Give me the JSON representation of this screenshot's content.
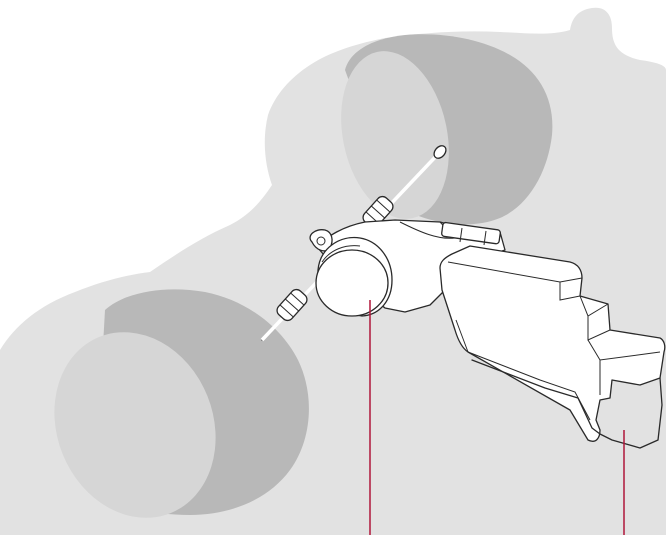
{
  "diagram": {
    "colors": {
      "silhouette": "#e2e2e2",
      "wheel_side": "#b8b8b8",
      "wheel_face": "#d6d6d6",
      "part_fill": "#ffffff",
      "part_stroke": "#2a2a2a",
      "callout_line": "#b0163a"
    },
    "parts": [
      "rear-wheel-left",
      "rear-wheel-right",
      "drive-shaft",
      "electric-motor",
      "gearbox-housing",
      "battery-pack"
    ],
    "callouts": [
      "electric-motor",
      "battery-pack"
    ]
  }
}
